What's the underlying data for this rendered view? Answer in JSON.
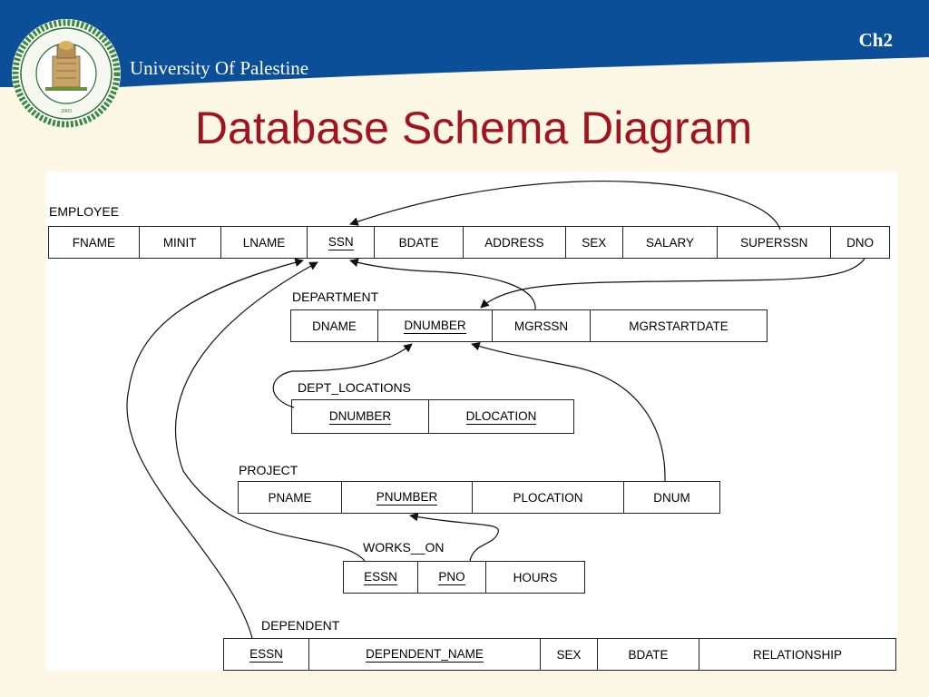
{
  "header": {
    "university": "University Of Palestine",
    "chapter": "Ch2",
    "colors": {
      "band": "#0a4f97",
      "title": "#a0141e",
      "background": "#fdf8e6"
    },
    "logo": {
      "icon": "university-seal-icon",
      "year": "2003"
    }
  },
  "title": "Database Schema Diagram",
  "tables": {
    "employee": {
      "name": "EMPLOYEE",
      "columns": [
        "FNAME",
        "MINIT",
        "LNAME",
        "SSN",
        "BDATE",
        "ADDRESS",
        "SEX",
        "SALARY",
        "SUPERSSN",
        "DNO"
      ]
    },
    "department": {
      "name": "DEPARTMENT",
      "columns": [
        "DNAME",
        "DNUMBER",
        "MGRSSN",
        "MGRSTARTDATE"
      ]
    },
    "dept_locations": {
      "name": "DEPT_LOCATIONS",
      "columns": [
        "DNUMBER",
        "DLOCATION"
      ]
    },
    "project": {
      "name": "PROJECT",
      "columns": [
        "PNAME",
        "PNUMBER",
        "PLOCATION",
        "DNUM"
      ]
    },
    "works_on": {
      "name": "WORKS__ON",
      "columns": [
        "ESSN",
        "PNO",
        "HOURS"
      ]
    },
    "dependent": {
      "name": "DEPENDENT",
      "columns": [
        "ESSN",
        "DEPENDENT_NAME",
        "SEX",
        "BDATE",
        "RELATIONSHIP"
      ]
    }
  },
  "references": [
    {
      "from": "EMPLOYEE.SUPERSSN",
      "to": "EMPLOYEE.SSN"
    },
    {
      "from": "EMPLOYEE.DNO",
      "to": "DEPARTMENT.DNUMBER"
    },
    {
      "from": "DEPARTMENT.MGRSSN",
      "to": "EMPLOYEE.SSN"
    },
    {
      "from": "DEPT_LOCATIONS.DNUMBER",
      "to": "DEPARTMENT.DNUMBER"
    },
    {
      "from": "PROJECT.DNUM",
      "to": "DEPARTMENT.DNUMBER"
    },
    {
      "from": "WORKS__ON.ESSN",
      "to": "EMPLOYEE.SSN"
    },
    {
      "from": "WORKS__ON.PNO",
      "to": "PROJECT.PNUMBER"
    },
    {
      "from": "DEPENDENT.ESSN",
      "to": "EMPLOYEE.SSN"
    }
  ]
}
